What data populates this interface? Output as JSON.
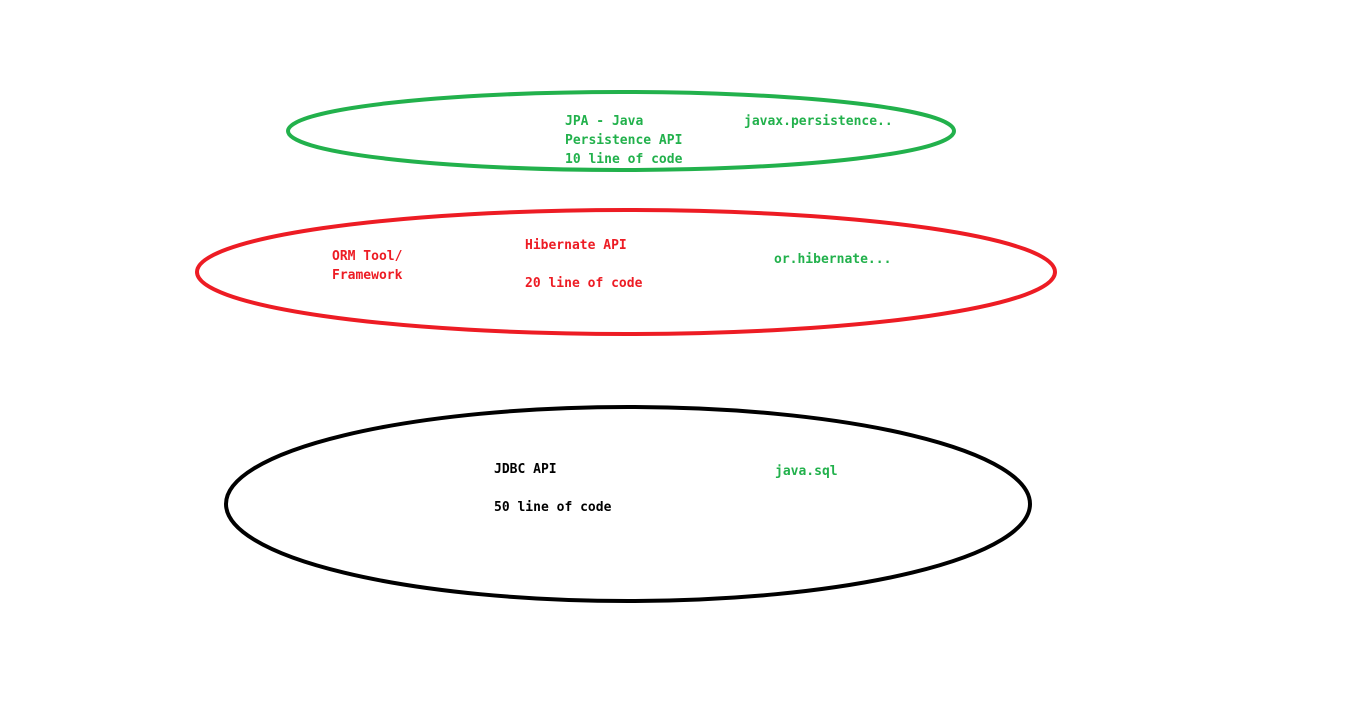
{
  "colors": {
    "green": "#22b14c",
    "red": "#ed1c24",
    "black": "#000000"
  },
  "layers": {
    "jpa": {
      "title_lines": [
        "JPA - Java",
        "Persistence API"
      ],
      "loc": "10 line of code",
      "package": "javax.persistence.."
    },
    "hibernate": {
      "side_label_lines": [
        "ORM Tool/",
        "Framework"
      ],
      "title": "Hibernate API",
      "loc": "20 line of code",
      "package": "or.hibernate..."
    },
    "jdbc": {
      "title": "JDBC API",
      "loc": "50 line of code",
      "package": "java.sql"
    }
  }
}
